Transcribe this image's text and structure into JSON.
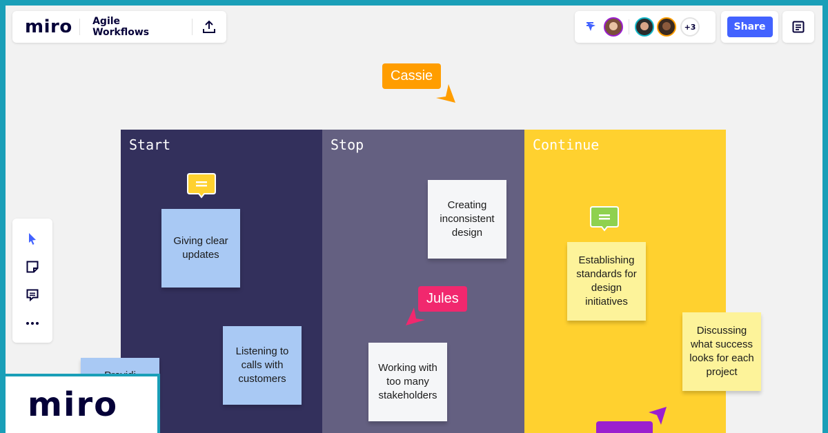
{
  "app": {
    "brand": "miro",
    "board_title": "Agile Workflows"
  },
  "collaborators": {
    "extra_count": "+3"
  },
  "toolbar": {
    "share_label": "Share"
  },
  "columns": [
    {
      "title": "Start",
      "color": "#33305c"
    },
    {
      "title": "Stop",
      "color": "#646081"
    },
    {
      "title": "Continue",
      "color": "#ffd12f"
    }
  ],
  "stickies": {
    "giving_updates": "Giving clear updates",
    "listening": "Listening to calls with customers",
    "partial_left": "Providi",
    "inconsistent": "Creating inconsistent design",
    "stakeholders": "Working with too many stakeholders",
    "standards": "Establishing standards for design initiatives",
    "success": "Discussing what success looks for each project"
  },
  "cursors": {
    "cassie": {
      "name": "Cassie",
      "color": "#ff9d00"
    },
    "jules": {
      "name": "Jules",
      "color": "#f1286e"
    },
    "purple": {
      "name": "",
      "color": "#9b1fcf"
    }
  },
  "colors": {
    "accent": "#4262ff",
    "brand_dark": "#050038",
    "frame": "#1a9fb8"
  },
  "logo": {
    "text": "miro"
  }
}
